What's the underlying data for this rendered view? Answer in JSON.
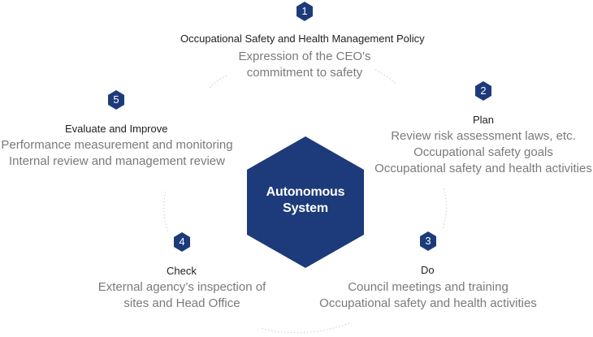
{
  "center": {
    "line1": "Autonomous",
    "line2": "System"
  },
  "colors": {
    "primary": "#1d3b7a",
    "title": "#222222",
    "desc": "#7a7a7a",
    "ring": "#cccccc"
  },
  "steps": [
    {
      "number": "1",
      "title": "Occupational Safety and Health Management Policy",
      "lines": [
        "Expression of the CEO's",
        "commitment to safety"
      ]
    },
    {
      "number": "2",
      "title": "Plan",
      "lines": [
        "Review risk assessment laws, etc.",
        "Occupational safety goals",
        "Occupational safety and health activities"
      ]
    },
    {
      "number": "3",
      "title": "Do",
      "lines": [
        "Council meetings and training",
        "Occupational safety and health activities"
      ]
    },
    {
      "number": "4",
      "title": "Check",
      "lines": [
        "External agency’s inspection of",
        "sites and Head Office"
      ]
    },
    {
      "number": "5",
      "title": "Evaluate and Improve",
      "lines": [
        "Performance measurement and monitoring",
        "Internal review and management review"
      ]
    }
  ]
}
